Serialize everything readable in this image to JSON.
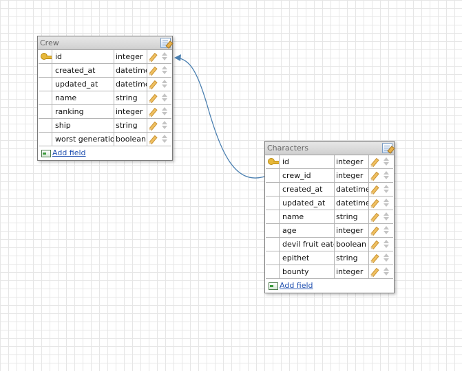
{
  "tables": {
    "crew": {
      "title": "Crew",
      "fields": [
        {
          "name": "id",
          "type": "integer",
          "primary_key": true
        },
        {
          "name": "created_at",
          "type": "datetime"
        },
        {
          "name": "updated_at",
          "type": "datetime"
        },
        {
          "name": "name",
          "type": "string"
        },
        {
          "name": "ranking",
          "type": "integer"
        },
        {
          "name": "ship",
          "type": "string"
        },
        {
          "name": "worst generation",
          "type": "boolean"
        }
      ],
      "add_field_label": "Add field"
    },
    "characters": {
      "title": "Characters",
      "fields": [
        {
          "name": "id",
          "type": "integer",
          "primary_key": true
        },
        {
          "name": "crew_id",
          "type": "integer"
        },
        {
          "name": "created_at",
          "type": "datetime"
        },
        {
          "name": "updated_at",
          "type": "datetime"
        },
        {
          "name": "name",
          "type": "string"
        },
        {
          "name": "age",
          "type": "integer"
        },
        {
          "name": "devil fruit eater",
          "type": "boolean"
        },
        {
          "name": "epithet",
          "type": "string"
        },
        {
          "name": "bounty",
          "type": "integer"
        }
      ],
      "add_field_label": "Add field"
    }
  },
  "relation": {
    "from": "characters.crew_id",
    "to": "crew.id",
    "color": "#4a7fb0"
  }
}
